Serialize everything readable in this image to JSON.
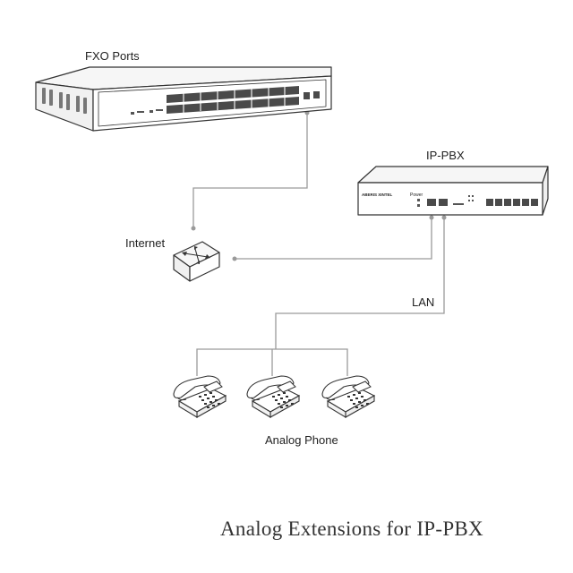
{
  "labels": {
    "fxo_ports": "FXO Ports",
    "ip_pbx": "IP-PBX",
    "internet": "Internet",
    "lan": "LAN",
    "analog_phone": "Analog Phone"
  },
  "device_text": {
    "pbx_brand": "ABERIS XINTEL",
    "pbx_power": "Power"
  },
  "caption": "Analog Extensions for IP-PBX",
  "colors": {
    "line": "#9a9a9a",
    "outline": "#333333",
    "port_fill": "#555555"
  }
}
